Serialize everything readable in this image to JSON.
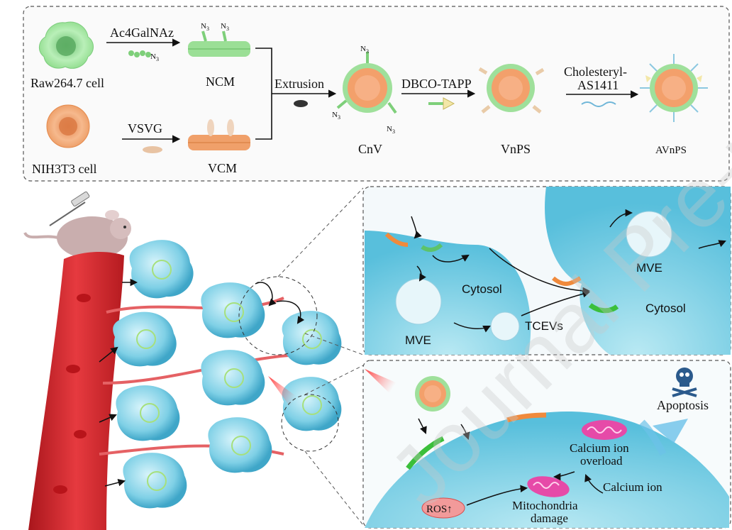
{
  "top_panel": {
    "raw_cell": "Raw264.7 cell",
    "nih_cell": "NIH3T3 cell",
    "reagent_1": "Ac4GalNAz",
    "reagent_2": "VSVG",
    "membrane_1": "NCM",
    "membrane_2": "VCM",
    "azide": "N",
    "azide_sub": "3",
    "process_1": "Extrusion",
    "process_2": "DBCO-TAPP",
    "process_3_line1": "Cholesteryl-",
    "process_3_line2": "AS1411",
    "product_1": "CnV",
    "product_2": "VnPS",
    "product_3": "AVnPS"
  },
  "transport_panel": {
    "cytosol_left": "Cytosol",
    "cytosol_right": "Cytosol",
    "mve_left": "MVE",
    "mve_right": "MVE",
    "tcevs": "TCEVs"
  },
  "death_panel": {
    "apoptosis": "Apoptosis",
    "calcium_overload_line1": "Calcium ion",
    "calcium_overload_line2": "overload",
    "calcium_ion": "Calcium ion",
    "mito_line1": "Mitochondria",
    "mito_line2": "damage",
    "ros": "ROS↑"
  },
  "watermark": "Journal Pre-proof",
  "colors": {
    "green_membrane": "#7ed07a",
    "orange_membrane": "#f08a3c",
    "cell_blue": "#7fd0e6",
    "vessel_red": "#d9252b",
    "mito_pink": "#e64aa8"
  }
}
